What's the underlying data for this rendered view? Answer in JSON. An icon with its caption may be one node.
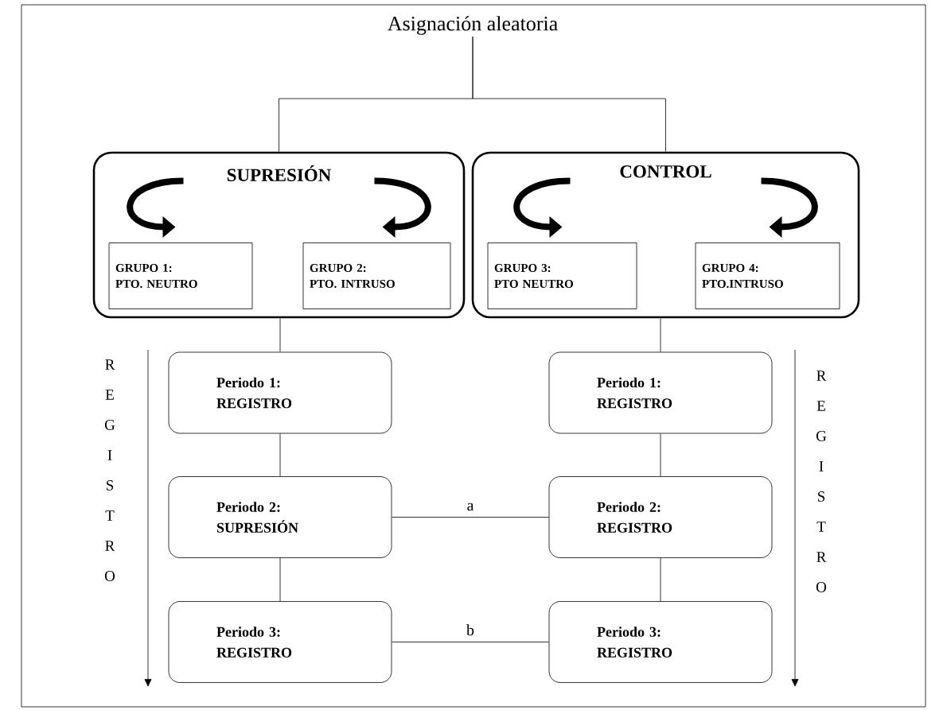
{
  "diagram": {
    "nodes": [
      {
        "text": [
          "Asignación aleatoria"
        ]
      },
      {
        "text": [
          "SUPRESIÓN"
        ]
      },
      {
        "text": [
          "GRUPO 1:",
          "PTO. NEUTRO"
        ],
        "in": 1
      },
      {
        "text": [
          "GRUPO 2:",
          "PTO. INTRUSO"
        ],
        "in": 1
      },
      {
        "text": [
          "CONTROL"
        ]
      },
      {
        "text": [
          "GRUPO 3:",
          "PTO NEUTRO"
        ],
        "in": 4
      },
      {
        "text": [
          "GRUPO 4:",
          "PTO.INTRUSO"
        ],
        "in": 4
      },
      {
        "text": [
          "Periodo 1:",
          "REGISTRO"
        ]
      },
      {
        "text": [
          "Periodo 1:",
          "REGISTRO"
        ]
      },
      {
        "text": [
          "Periodo 2:",
          "SUPRESIÓN"
        ]
      },
      {
        "text": [
          "Periodo 2:",
          "REGISTRO"
        ]
      },
      {
        "text": [
          "Periodo 3:",
          "REGISTRO"
        ]
      },
      {
        "text": [
          "Periodo 3:",
          "REGISTRO"
        ]
      }
    ],
    "edges": [
      {
        "from": 0,
        "to": 1,
        "arrow": "none"
      },
      {
        "from": 0,
        "to": 4,
        "arrow": "none"
      },
      {
        "from": 1,
        "to": 7,
        "arrow": "none"
      },
      {
        "from": 4,
        "to": 8,
        "arrow": "none"
      },
      {
        "from": 7,
        "to": 9,
        "arrow": "none"
      },
      {
        "from": 8,
        "to": 10,
        "arrow": "none"
      },
      {
        "from": 9,
        "to": 11,
        "arrow": "none"
      },
      {
        "from": 10,
        "to": 12,
        "arrow": "none"
      },
      {
        "from": 9,
        "to": 10,
        "label": "a",
        "arrow": "none"
      },
      {
        "from": 11,
        "to": 12,
        "label": "b",
        "arrow": "none"
      }
    ],
    "labels": [
      "REGISTRO",
      "REGISTRO"
    ]
  }
}
